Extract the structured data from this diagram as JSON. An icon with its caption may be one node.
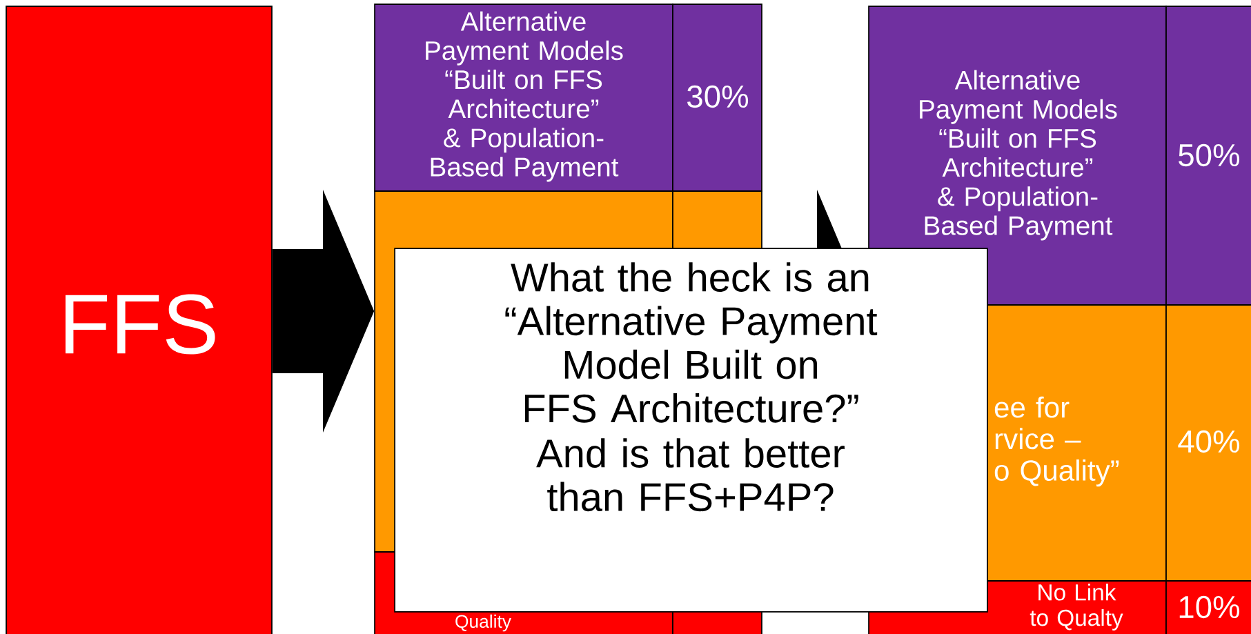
{
  "diagram": {
    "nodes": [
      {
        "text": [
          "FFS"
        ]
      },
      {
        "text": [
          "Alternative Payment Models “Built on  FFS Architecture” & Population-Based Payment"
        ]
      },
      {
        "text": [
          "30%"
        ]
      },
      {
        "text": [],
        "shape": "box"
      },
      {
        "text": [],
        "shape": "box"
      },
      {
        "text": [
          "Quality"
        ]
      },
      {
        "text": [],
        "shape": "box"
      },
      {
        "text": [
          "Alternative Payment Models “Built on  FFS Architecture” & Population-Based Payment"
        ]
      },
      {
        "text": [
          "50%"
        ]
      },
      {
        "text": [
          "ee for rvice – o Quality”"
        ]
      },
      {
        "text": [
          "40%"
        ]
      },
      {
        "text": [
          "No Link to Qualty"
        ]
      },
      {
        "text": [
          "10%"
        ]
      },
      {
        "text": [
          "What the heck is an “Alternative Payment Model Built on FFS Architecture?”",
          "And is that better than FFS+P4P?"
        ]
      }
    ],
    "edges": [
      {
        "from": 0,
        "to": 3,
        "arrow": "to"
      },
      {
        "from": 4,
        "to": 7,
        "arrow": "to"
      }
    ]
  }
}
